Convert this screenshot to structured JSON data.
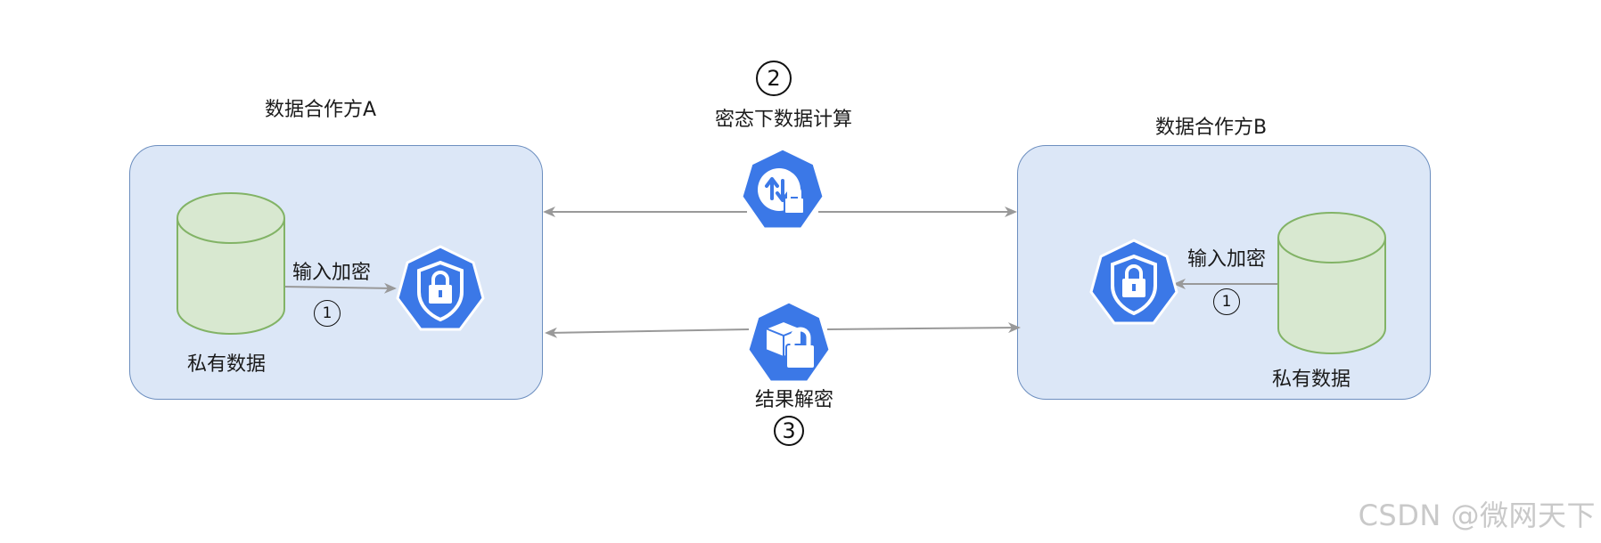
{
  "party_a": {
    "title": "数据合作方A",
    "private_data": "私有数据",
    "input_encrypt": "输入加密",
    "step": "1"
  },
  "party_b": {
    "title": "数据合作方B",
    "private_data": "私有数据",
    "input_encrypt": "输入加密",
    "step": "1"
  },
  "compute": {
    "step": "2",
    "label": "密态下数据计算"
  },
  "result": {
    "step": "3",
    "label": "结果解密"
  },
  "watermark": "CSDN @微网天下",
  "colors": {
    "box_fill": "#dce7f7",
    "box_border": "#6c8ebf",
    "cylinder_fill": "#d8e8d0",
    "cylinder_border": "#82b366",
    "icon_blue": "#3b78e7",
    "arrow": "#999999"
  },
  "icons": {
    "lock_shield": "shield-lock-icon",
    "compute": "exchange-lock-icon",
    "result": "package-lock-icon"
  }
}
